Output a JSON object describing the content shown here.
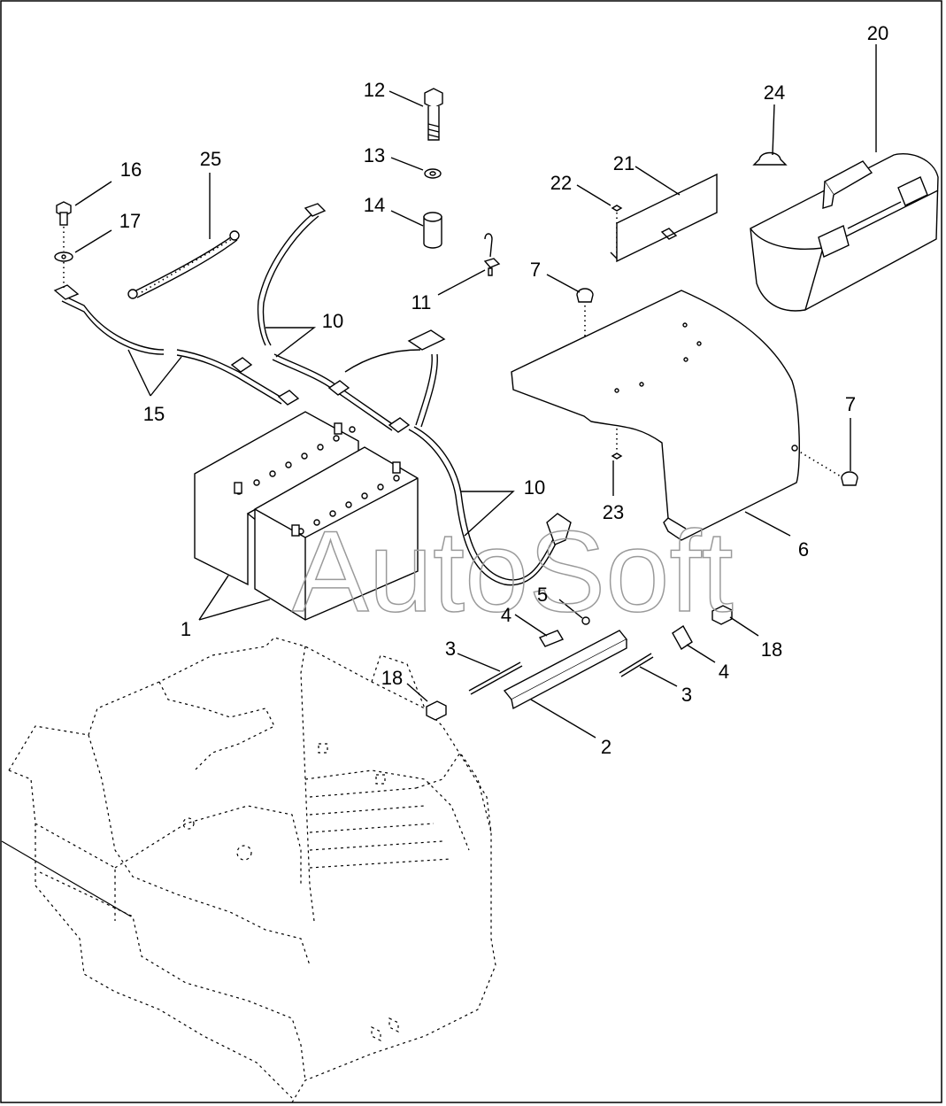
{
  "diagram": {
    "watermark": "AutoSoft",
    "callouts": [
      "1",
      "2",
      "3",
      "3",
      "4",
      "4",
      "5",
      "6",
      "7",
      "7",
      "10",
      "10",
      "11",
      "12",
      "13",
      "14",
      "15",
      "16",
      "17",
      "18",
      "18",
      "20",
      "21",
      "22",
      "23",
      "24",
      "25"
    ]
  }
}
